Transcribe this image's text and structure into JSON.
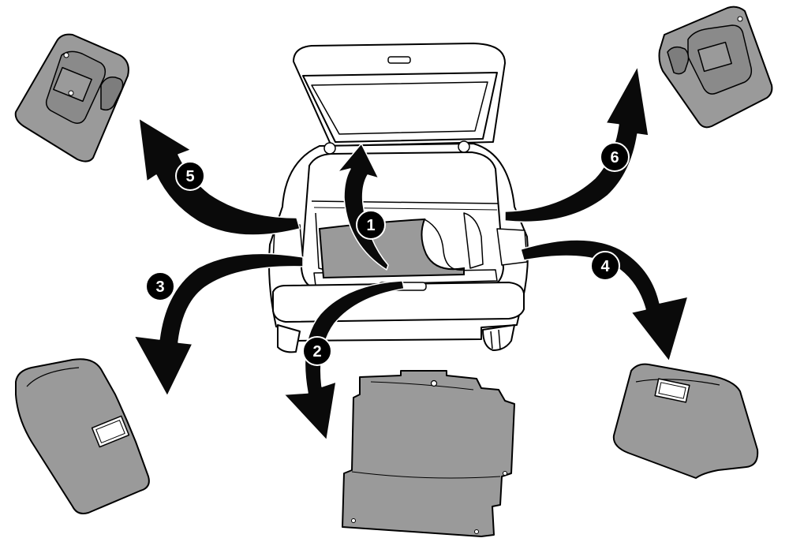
{
  "colors": {
    "panel_fill": "#9a9a9a",
    "panel_shade": "#7d7d7d",
    "outline": "#000000",
    "arrow": "#0a0a0a",
    "badge": "#000000",
    "badge_text": "#ffffff",
    "car_body": "#ffffff"
  },
  "callouts": {
    "c1": "1",
    "c2": "2",
    "c3": "3",
    "c4": "4",
    "c5": "5",
    "c6": "6"
  }
}
